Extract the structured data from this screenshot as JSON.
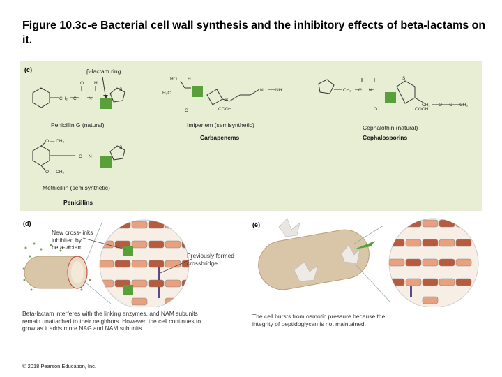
{
  "title": "Figure 10.3c-e  Bacterial cell wall synthesis and the inhibitory effects of beta-lactams on it.",
  "panel_c": {
    "letter": "(c)",
    "ring_label": "β-lactam ring",
    "penicillin_g": "Penicillin G (natural)",
    "methicillin": "Methicillin (semisynthetic)",
    "penicillins": "Penicillins",
    "imipenem": "Imipenem (semisynthetic)",
    "carbapenems": "Carbapenems",
    "cephalothin": "Cephalothin (natural)",
    "cephalosporins": "Cephalosporins"
  },
  "panel_d": {
    "letter": "(d)",
    "crosslinks_label": "New cross-links inhibited by beta-lactam",
    "previously_label": "Previously formed crossbridge",
    "caption": "Beta-lactam interferes with the linking enzymes, and NAM subunits remain unattached to their neighbors. However, the cell continues to grow as it adds more NAG and NAM subunits."
  },
  "panel_e": {
    "letter": "(e)",
    "caption": "The cell bursts from osmotic pressure because the integrity of peptidoglycan is not maintained."
  },
  "copyright": "© 2018 Pearson Education, Inc.",
  "colors": {
    "panel_bg": "#e7eed3",
    "beta_lactam_green": "#5aa03a",
    "nag": "#e8a07e",
    "nam": "#b85a3e",
    "crossbridge": "#5b4a8a",
    "cell": "#d9c6a8"
  }
}
